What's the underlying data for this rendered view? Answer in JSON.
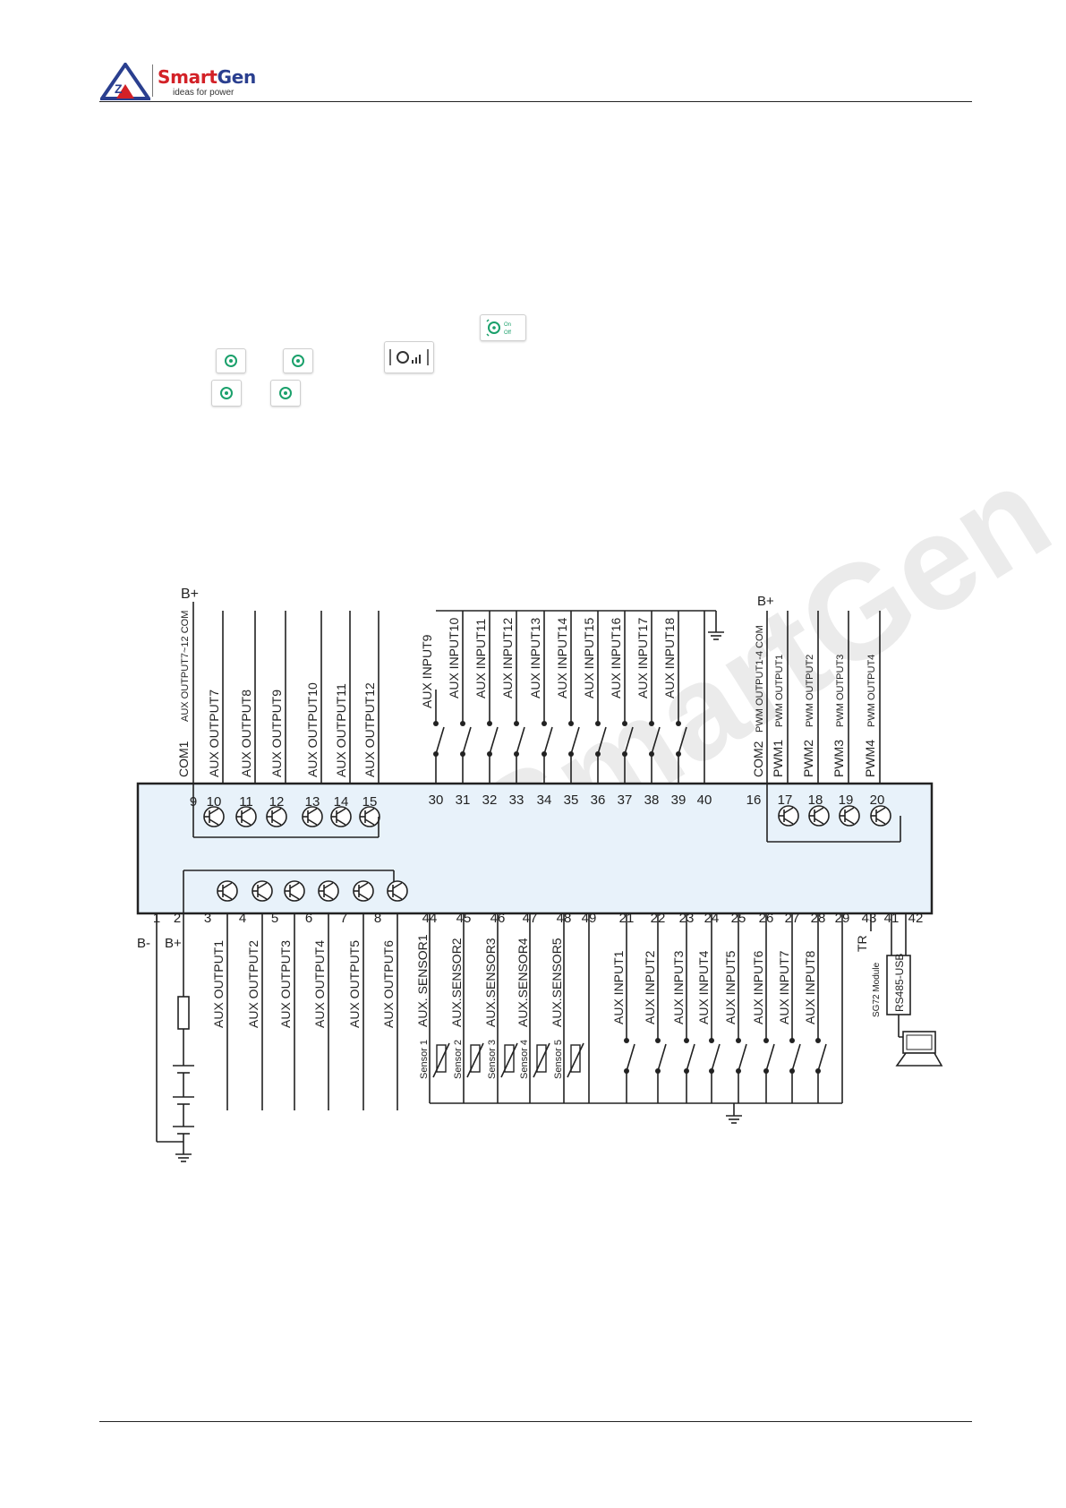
{
  "header": {
    "brand_smart": "Smart",
    "brand_gen": "Gen",
    "tagline": "ideas for power",
    "brand_color": "#d32127"
  },
  "watermark": {
    "text": "SmartGen"
  },
  "icons": [
    {
      "name": "fan-auto-manual-icon",
      "labels": [
        "On",
        "Off"
      ]
    },
    {
      "name": "fan-icon-small"
    },
    {
      "name": "fan-speed-icon"
    }
  ],
  "diagram": {
    "top_left": {
      "supply": "B+",
      "com_label": "COM1",
      "com_sub": "AUX OUTPUT7~12 COM",
      "terminals": [
        "9",
        "10",
        "11",
        "12",
        "13",
        "14",
        "15"
      ],
      "outputs": [
        "AUX OUTPUT7",
        "AUX OUTPUT8",
        "AUX OUTPUT9",
        "AUX OUTPUT10",
        "AUX OUTPUT11",
        "AUX OUTPUT12"
      ]
    },
    "top_mid": {
      "terminals": [
        "30",
        "31",
        "32",
        "33",
        "34",
        "35",
        "36",
        "37",
        "38",
        "39",
        "40"
      ],
      "inputs": [
        "AUX INPUT9",
        "AUX INPUT10",
        "AUX INPUT11",
        "AUX INPUT12",
        "AUX INPUT13",
        "AUX INPUT14",
        "AUX INPUT15",
        "AUX INPUT16",
        "AUX INPUT17",
        "AUX INPUT18"
      ]
    },
    "top_right": {
      "supply": "B+",
      "com_label": "COM2",
      "com_sub": "PWM OUTPUT1-4 COM",
      "terminals": [
        "16",
        "17",
        "18",
        "19",
        "20"
      ],
      "pwm": [
        "PWM1",
        "PWM2",
        "PWM3",
        "PWM4"
      ],
      "pwm_sub": [
        "PWM OUTPUT1",
        "PWM OUTPUT2",
        "PWM OUTPUT3",
        "PWM OUTPUT4"
      ]
    },
    "bottom": {
      "terminals": [
        "1",
        "2",
        "3",
        "4",
        "5",
        "6",
        "7",
        "8",
        "44",
        "45",
        "46",
        "47",
        "48",
        "49",
        "21",
        "22",
        "23",
        "24",
        "25",
        "26",
        "27",
        "28",
        "29",
        "43",
        "41",
        "42"
      ],
      "supply_minus": "B-",
      "supply_plus": "B+",
      "outputs": [
        "AUX OUTPUT1",
        "AUX OUTPUT2",
        "AUX OUTPUT3",
        "AUX OUTPUT4",
        "AUX OUTPUT5",
        "AUX OUTPUT6"
      ],
      "sensors": [
        "AUX. SENSOR1",
        "AUX.SENSOR2",
        "AUX.SENSOR3",
        "AUX.SENSOR4",
        "AUX.SENSOR5"
      ],
      "sensor_tags": [
        "Sensor 1",
        "Sensor 2",
        "Sensor 3",
        "Sensor 4",
        "Sensor 5"
      ],
      "inputs": [
        "AUX INPUT1",
        "AUX INPUT2",
        "AUX INPUT3",
        "AUX INPUT4",
        "AUX INPUT5",
        "AUX INPUT6",
        "AUX INPUT7",
        "AUX INPUT8"
      ],
      "tr": "TR",
      "module": "SG72 Module",
      "rs485": "RS485-USB"
    }
  }
}
